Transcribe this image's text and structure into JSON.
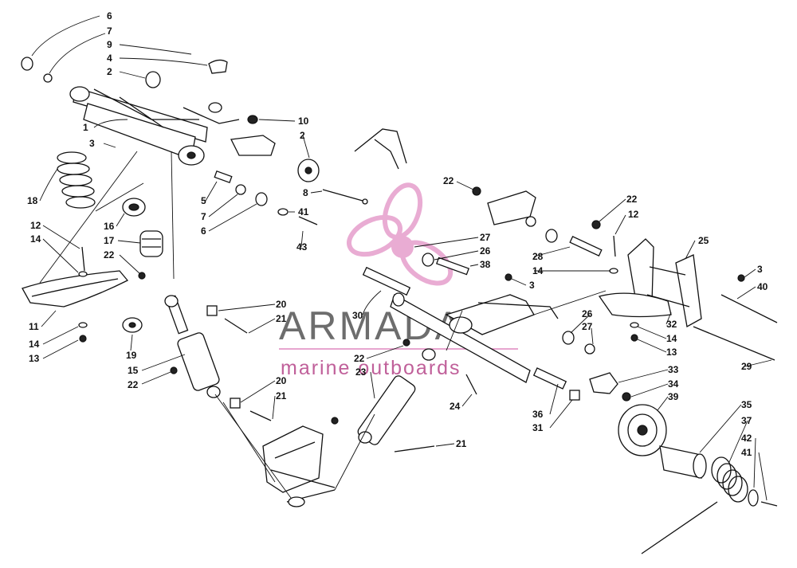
{
  "watermark": {
    "brand": "ARMADA",
    "tagline": "marine outboards",
    "accent_color": "#d86ab0",
    "text_color": "#6d6d6d"
  },
  "callouts": {
    "c6a": "6",
    "c7a": "7",
    "c9": "9",
    "c4": "4",
    "c2a": "2",
    "c10": "10",
    "c2b": "2",
    "c1": "1",
    "c3a": "3",
    "c8": "8",
    "c5": "5",
    "c7b": "7",
    "c41a": "41",
    "c6b": "6",
    "c43": "43",
    "c18": "18",
    "c12a": "12",
    "c14a": "14",
    "c16": "16",
    "c17": "17",
    "c22a": "22",
    "c11": "11",
    "c14b": "14",
    "c13a": "13",
    "c19": "19",
    "c15": "15",
    "c22b": "22",
    "c20a": "20",
    "c21a": "21",
    "c20b": "20",
    "c21b": "21",
    "c30": "30",
    "c22c": "22",
    "c23": "23",
    "c24": "24",
    "c21c": "21",
    "c22d": "22",
    "c27a": "27",
    "c26a": "26",
    "c38": "38",
    "c28": "28",
    "c14c": "14",
    "c3b": "3",
    "c22e": "22",
    "c12b": "12",
    "c25": "25",
    "c3c": "3",
    "c40": "40",
    "c26b": "26",
    "c27b": "27",
    "c32": "32",
    "c14d": "14",
    "c13b": "13",
    "c29": "29",
    "c33": "33",
    "c34": "34",
    "c39": "39",
    "c36": "36",
    "c31": "31",
    "c35": "35",
    "c37": "37",
    "c42": "42",
    "c41b": "41"
  }
}
